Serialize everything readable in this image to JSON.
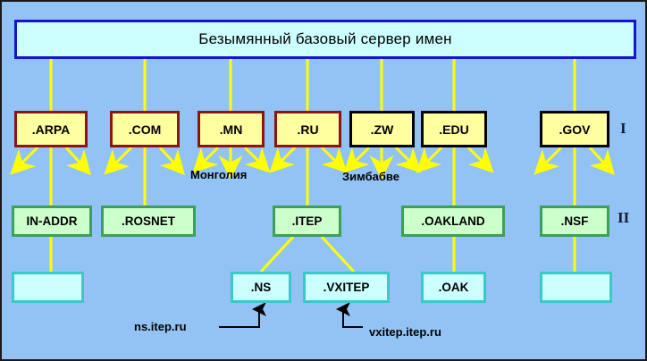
{
  "diagram": {
    "title": "DNS domain name hierarchy",
    "background_color": "#93c3f5",
    "link_color": "#ffff00",
    "annotation_color": "#000000"
  },
  "root": {
    "label": "Безымянный базовый сервер имен",
    "fill": "#ccffff",
    "border": "#1414d2"
  },
  "level_marks": [
    {
      "label": "I"
    },
    {
      "label": "II"
    }
  ],
  "level1": {
    "fill": "#ffffa0",
    "nodes": [
      {
        "label": ".ARPA",
        "border": "#8c1414"
      },
      {
        "label": ".COM",
        "border": "#8c1414"
      },
      {
        "label": ".MN",
        "border": "#8c1414"
      },
      {
        "label": ".RU",
        "border": "#8c1414"
      },
      {
        "label": ".ZW",
        "border": "#000000"
      },
      {
        "label": ".EDU",
        "border": "#000000"
      },
      {
        "label": ".GOV",
        "border": "#000000"
      }
    ]
  },
  "level2": {
    "fill": "#ccffcc",
    "border": "#3ca05a",
    "nodes": [
      {
        "label": "IN-ADDR"
      },
      {
        "label": ".ROSNET"
      },
      {
        "label": ".ITEP"
      },
      {
        "label": ".OAKLAND"
      },
      {
        "label": ".NSF"
      }
    ]
  },
  "level3": {
    "fill": "#ccffff",
    "border": "#3cc8c8",
    "nodes": [
      {
        "label": ""
      },
      {
        "label": ".NS"
      },
      {
        "label": ".VXITEP"
      },
      {
        "label": ".OAK"
      },
      {
        "label": ""
      }
    ]
  },
  "captions": [
    {
      "label": "Монголия"
    },
    {
      "label": "Зимбабве"
    }
  ],
  "annotations": [
    {
      "label": "ns.itep.ru"
    },
    {
      "label": "vxitep.itep.ru"
    }
  ]
}
